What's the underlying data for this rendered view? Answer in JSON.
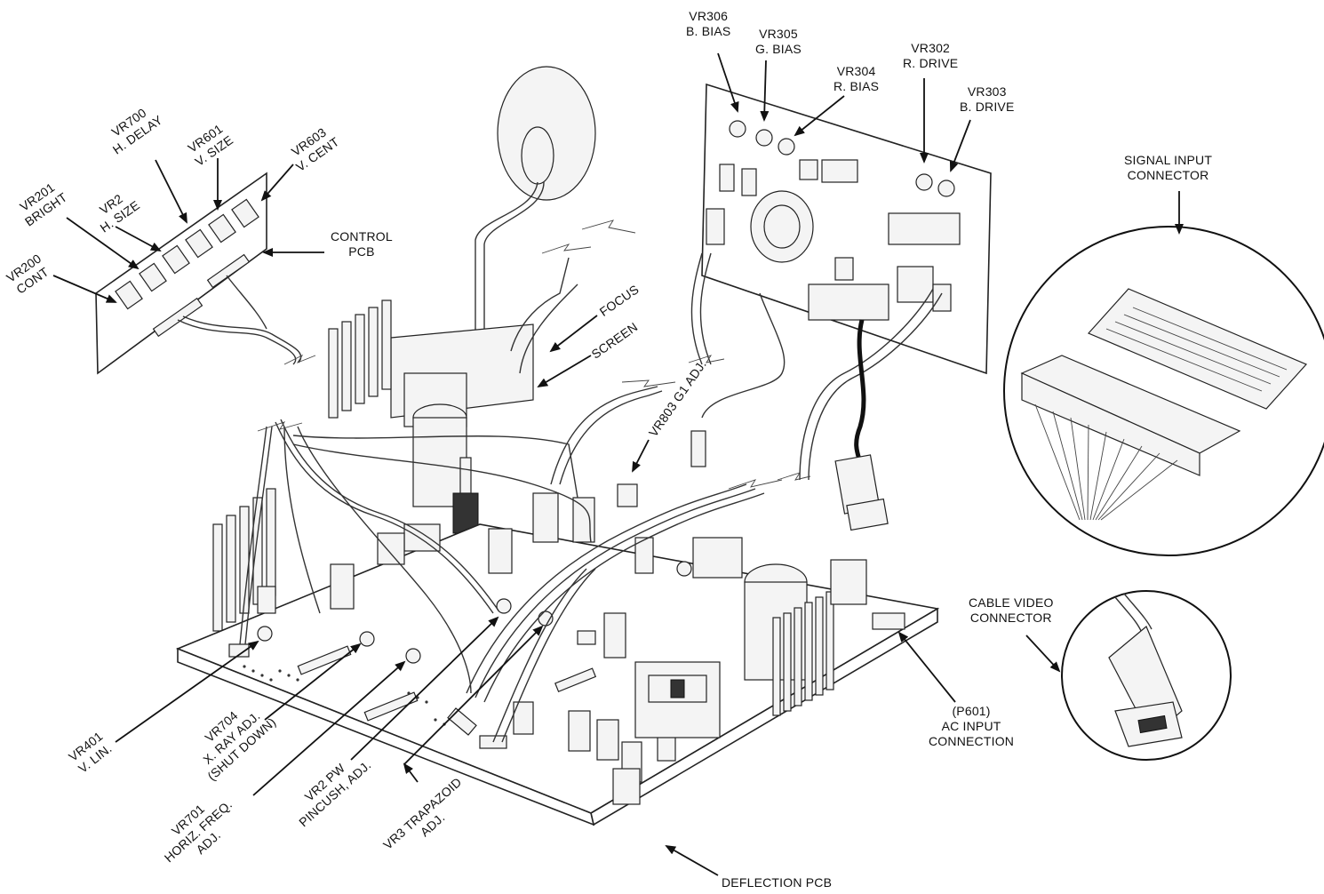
{
  "labels": {
    "vr306": [
      "VR306",
      "B. BIAS"
    ],
    "vr305": [
      "VR305",
      "G. BIAS"
    ],
    "vr304": [
      "VR304",
      "R. BIAS"
    ],
    "vr302": [
      "VR302",
      "R. DRIVE"
    ],
    "vr303": [
      "VR303",
      "B. DRIVE"
    ],
    "vr700": [
      "VR700",
      "H. DELAY"
    ],
    "vr601": [
      "VR601",
      "V. SIZE"
    ],
    "vr603": [
      "VR603",
      "V. CENT"
    ],
    "vr201": [
      "VR201",
      "BRIGHT"
    ],
    "vr2": [
      "VR2",
      "H. SIZE"
    ],
    "vr200": [
      "VR200",
      "CONT"
    ],
    "control_pcb": [
      "CONTROL",
      "PCB"
    ],
    "focus": "FOCUS",
    "screen": "SCREEN",
    "vr803": "VR803 G1 ADJ.",
    "signal_input": [
      "SIGNAL INPUT",
      "CONNECTOR"
    ],
    "cable_video": [
      "CABLE VIDEO",
      "CONNECTOR"
    ],
    "p601": [
      "(P601)",
      "AC INPUT",
      "CONNECTION"
    ],
    "vr401": [
      "VR401",
      "V. LIN."
    ],
    "vr704": [
      "VR704",
      "X. RAY ADJ.",
      "(SHUT DOWN)"
    ],
    "vr701": [
      "VR701",
      "HORIZ. FREQ.",
      "ADJ."
    ],
    "vr2pw": [
      "VR2 PW",
      "PINCUSH, ADJ."
    ],
    "vr3": [
      "VR3 TRAPAZOID",
      "ADJ."
    ],
    "deflection_pcb": "DEFLECTION PCB"
  }
}
